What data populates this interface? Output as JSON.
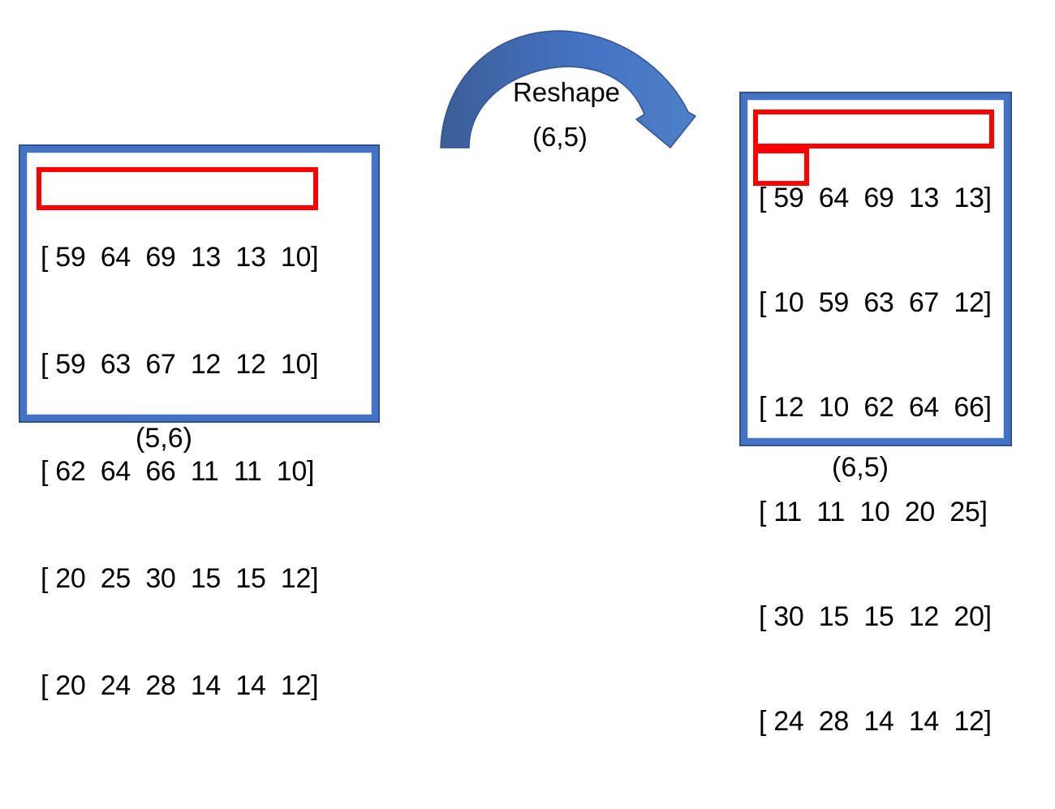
{
  "left_matrix": {
    "rows": [
      "[ 59  64  69  13  13  10]",
      "[ 59  63  67  12  12  10]",
      "[ 62  64  66  11  11  10]",
      "[ 20  25  30  15  15  12]",
      "[ 20  24  28  14  14  12]"
    ],
    "values": [
      [
        59,
        64,
        69,
        13,
        13,
        10
      ],
      [
        59,
        63,
        67,
        12,
        12,
        10
      ],
      [
        62,
        64,
        66,
        11,
        11,
        10
      ],
      [
        20,
        25,
        30,
        15,
        15,
        12
      ],
      [
        20,
        24,
        28,
        14,
        14,
        12
      ]
    ],
    "shape_label": "(5,6)"
  },
  "right_matrix": {
    "rows": [
      "[ 59  64  69  13  13]",
      "[ 10  59  63  67  12]",
      "[ 12  10  62  64  66]",
      "[ 11  11  10  20  25]",
      "[ 30  15  15  12  20]",
      "[ 24  28  14  14  12]"
    ],
    "values": [
      [
        59,
        64,
        69,
        13,
        13
      ],
      [
        10,
        59,
        63,
        67,
        12
      ],
      [
        12,
        10,
        62,
        64,
        66
      ],
      [
        11,
        11,
        10,
        20,
        25
      ],
      [
        30,
        15,
        15,
        12,
        20
      ],
      [
        24,
        28,
        14,
        14,
        12
      ]
    ],
    "shape_label": "(6,5)"
  },
  "arrow": {
    "label": "Reshape",
    "shape": "(6,5)",
    "icon": "curved-arrow-down-right"
  },
  "highlights": {
    "left_row_highlighted": "[ 59  64  69  13  13  10]",
    "right_row_highlighted": "[ 59  64  69  13  13]",
    "right_cell_highlighted": "[ 10"
  },
  "colors": {
    "box_border": "#4472C4",
    "box_border_edge": "#2F528F",
    "highlight": "#FF0000",
    "arrow_gradient_start": "#3C5E97",
    "arrow_gradient_end": "#4E80C8",
    "text": "#000000",
    "background": "#FFFFFF"
  }
}
